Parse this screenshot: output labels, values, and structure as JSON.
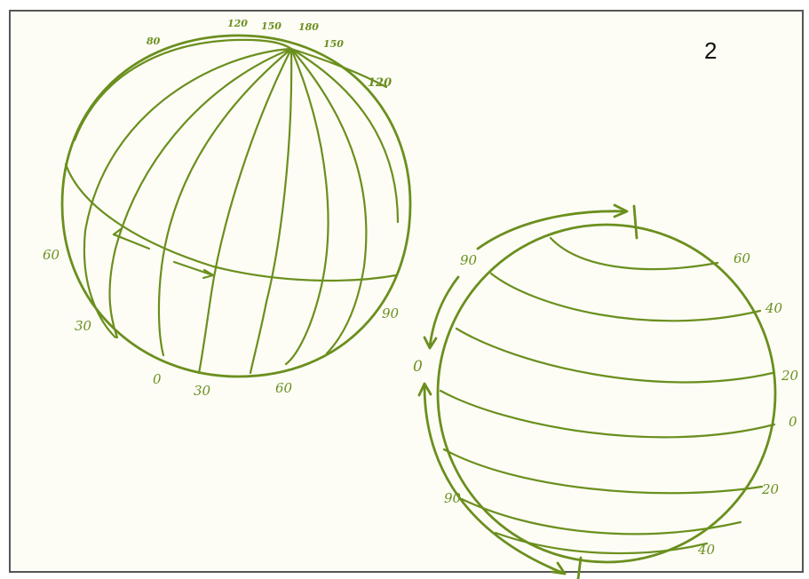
{
  "page_number": "2",
  "colors": {
    "ink": "#6b8f1e",
    "paper": "#fdfdf6",
    "border": "#555555",
    "page_number": "#111111"
  },
  "globe_left": {
    "top_labels": [
      "80",
      "120",
      "150",
      "180",
      "150",
      "120"
    ],
    "left_labels": [
      "60",
      "30"
    ],
    "bottom_labels": [
      "0",
      "30",
      "60"
    ],
    "right_labels": [
      "90"
    ]
  },
  "globe_right": {
    "left_labels": [
      "90",
      "0",
      "90"
    ],
    "right_labels": [
      "60",
      "40",
      "20",
      "0",
      "20",
      "40"
    ]
  }
}
